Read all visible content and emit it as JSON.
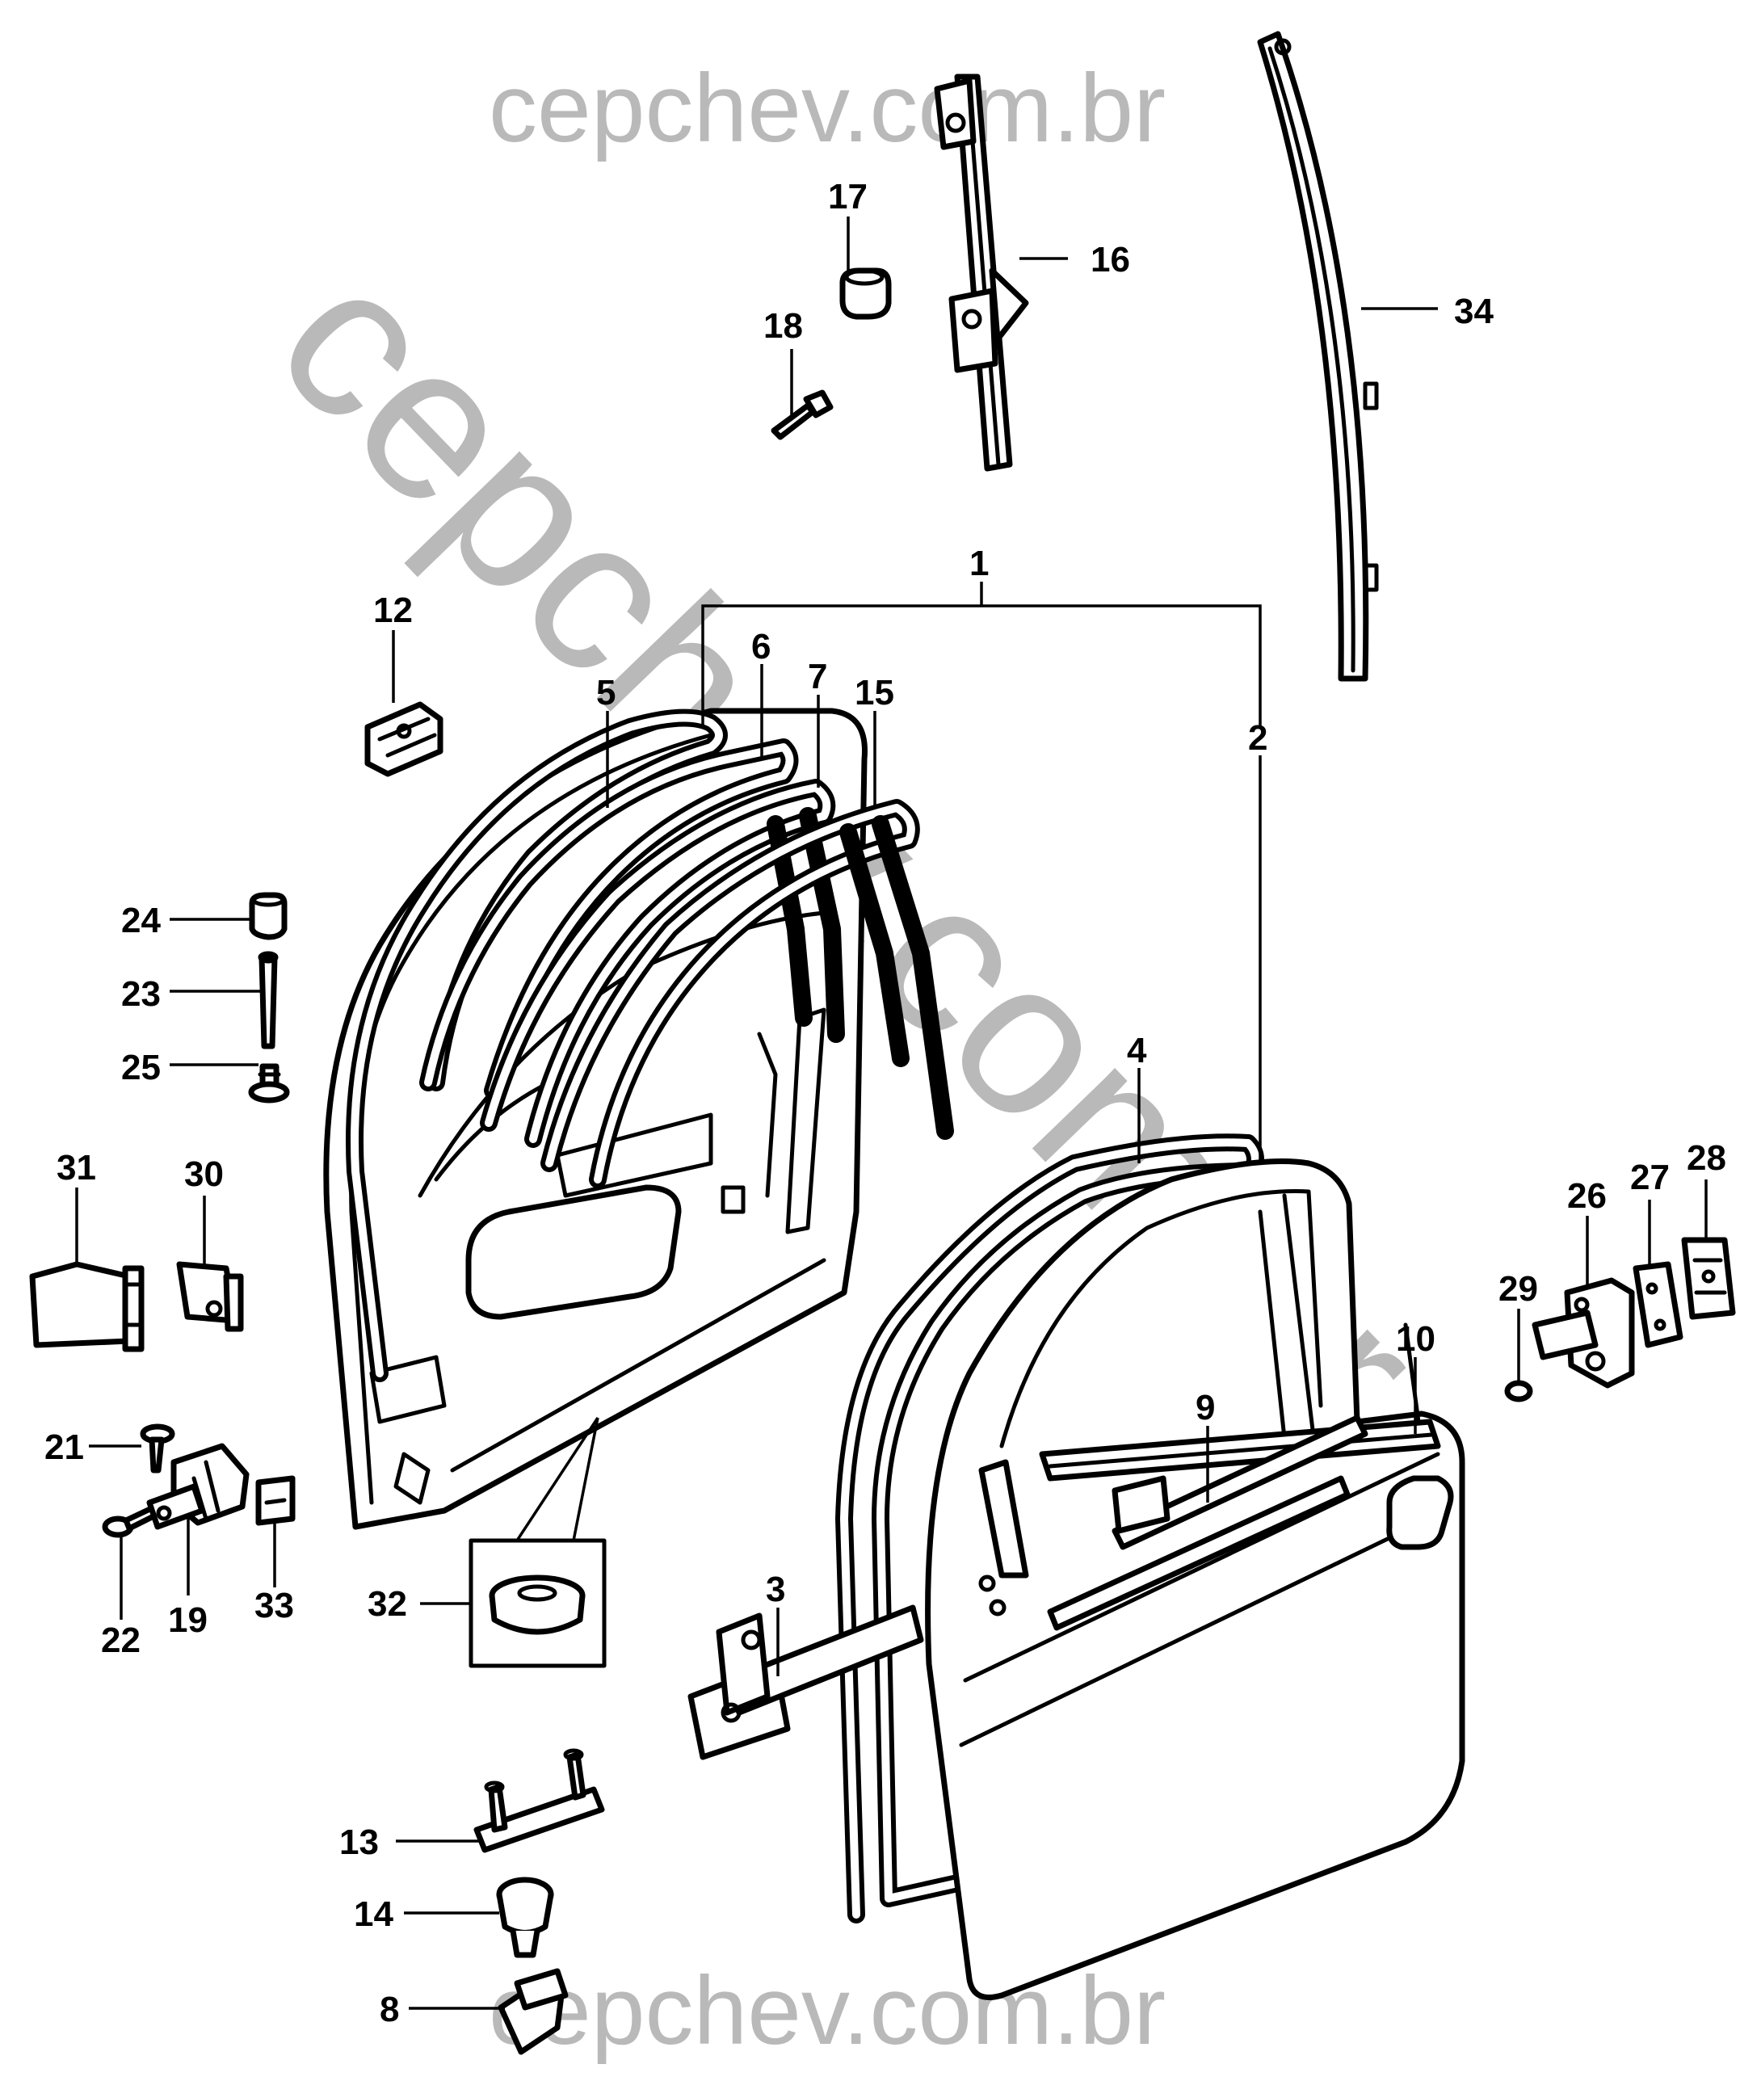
{
  "watermark": {
    "top": "cepchev.com.br",
    "diagonal": "cepchev.com.br",
    "bottom": "cepchev.com.br",
    "color": "#b9b9b9"
  },
  "callouts": [
    "1",
    "2",
    "3",
    "4",
    "5",
    "6",
    "7",
    "8",
    "9",
    "10",
    "12",
    "13",
    "14",
    "15",
    "16",
    "17",
    "18",
    "19",
    "21",
    "22",
    "23",
    "24",
    "25",
    "26",
    "27",
    "28",
    "29",
    "30",
    "31",
    "32",
    "33",
    "34"
  ]
}
